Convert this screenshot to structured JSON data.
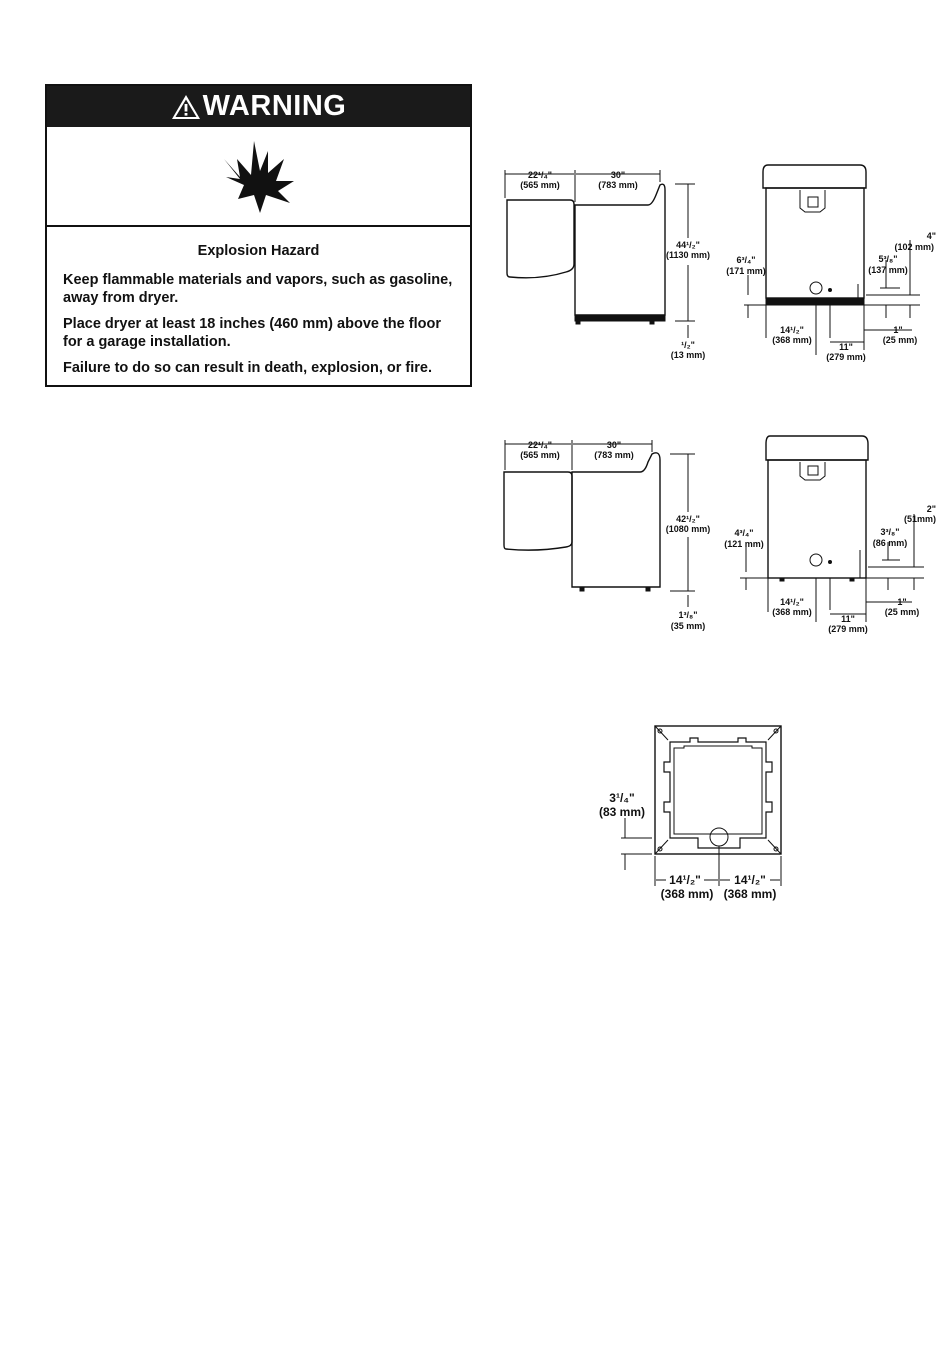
{
  "warning": {
    "header": "WARNING",
    "title": "Explosion Hazard",
    "lines": [
      "Keep flammable materials and vapors, such as gasoline, away from dryer.",
      "Place dryer at least 18 inches (460 mm) above the floor for a garage installation.",
      "Failure to do so can result in death, explosion, or fire."
    ],
    "icons": [
      "warning-triangle-icon",
      "explosion-icon"
    ]
  },
  "diagram1": {
    "side": {
      "depth_open": "22¹/₄\"",
      "depth_open_mm": "(565 mm)",
      "depth": "30\"",
      "depth_mm": "(783 mm)",
      "height": "44¹/₂\"",
      "height_mm": "(1130 mm)",
      "foot": "¹/₂\"",
      "foot_mm": "(13 mm)"
    },
    "rear": {
      "top_offset": "4\"",
      "top_offset_mm": "(102 mm)",
      "left_height": "6³/₄\"",
      "left_height_mm": "(171 mm)",
      "right_height": "5³/₈\"",
      "right_height_mm": "(137 mm)",
      "center": "14¹/₂\"",
      "center_mm": "(368 mm)",
      "side_gap": "1\"",
      "side_gap_mm": "(25 mm)",
      "spacing": "11\"",
      "spacing_mm": "(279 mm)"
    }
  },
  "diagram2": {
    "side": {
      "depth_open": "22¹/₄\"",
      "depth_open_mm": "(565 mm)",
      "depth": "30\"",
      "depth_mm": "(783 mm)",
      "height": "42¹/₂\"",
      "height_mm": "(1080 mm)",
      "foot": "1³/₈\"",
      "foot_mm": "(35 mm)"
    },
    "rear": {
      "top_offset": "2\"",
      "top_offset_mm": "(51mm)",
      "left_height": "4³/₄\"",
      "left_height_mm": "(121 mm)",
      "right_height": "3³/₈\"",
      "right_height_mm": "(86 mm)",
      "center": "14¹/₂\"",
      "center_mm": "(368 mm)",
      "side_gap": "1\"",
      "side_gap_mm": "(25 mm)",
      "spacing": "11\"",
      "spacing_mm": "(279 mm)"
    }
  },
  "diagram3": {
    "height": "3¹/₄\"",
    "height_mm": "(83 mm)",
    "left": "14¹/₂\"",
    "left_mm": "(368 mm)",
    "right": "14¹/₂\"",
    "right_mm": "(368 mm)"
  }
}
